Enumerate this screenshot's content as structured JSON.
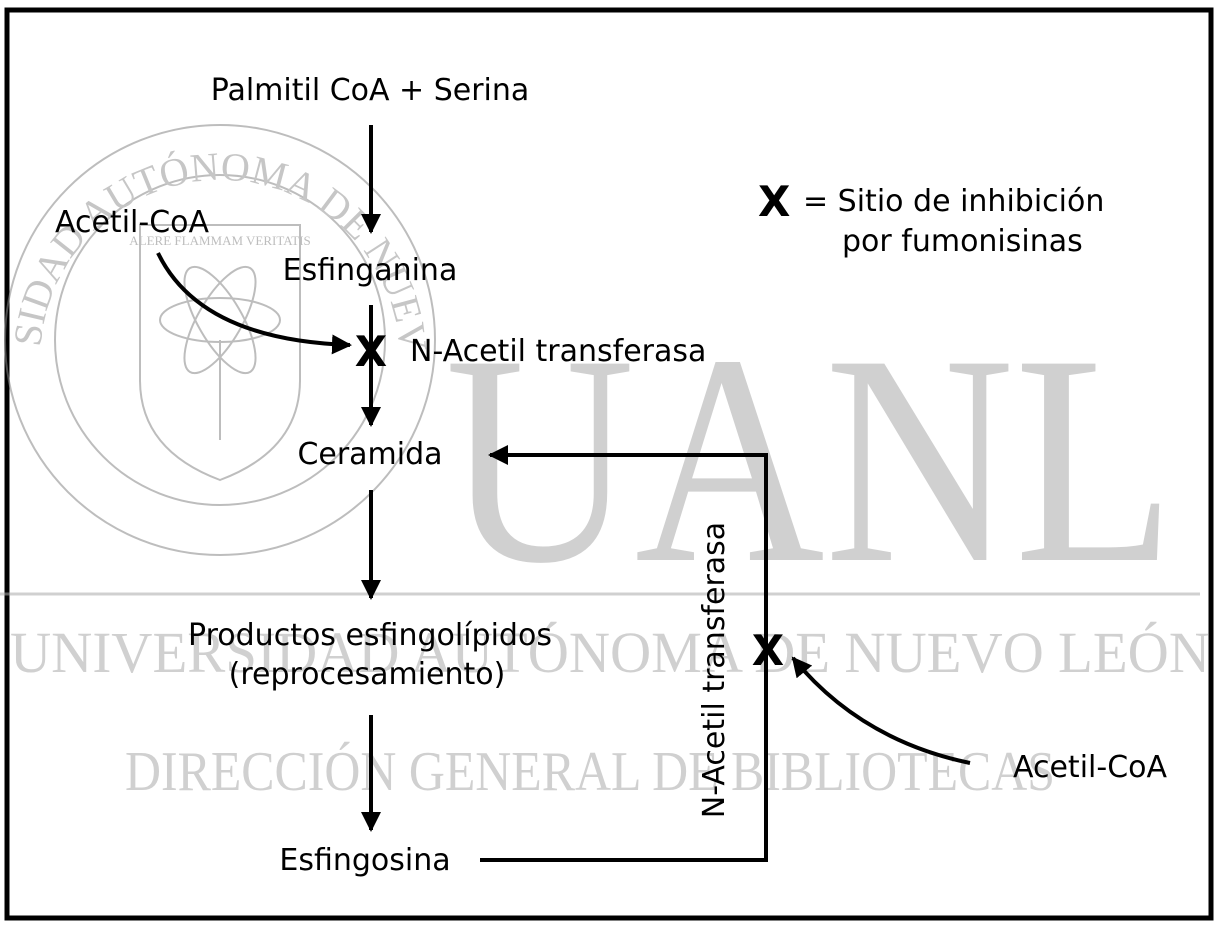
{
  "watermark": {
    "seal_text": "UNIVERSIDAD AUTÓNOMA DE NUEVO LEÓN",
    "seal_motto": "ALERE FLAMMAM VERITATIS",
    "big": "UANL",
    "line1": "UNIVERSIDAD AUTÓNOMA DE NUEVO LEÓN",
    "line2": "DIRECCIÓN GENERAL DE BIBLIOTECAS"
  },
  "diagram": {
    "substrate": "Palmitil CoA + Serina",
    "acetil_left": "Acetil-CoA",
    "esfinganina": "Esfinganina",
    "enzyme_left": "N-Acetil transferasa",
    "ceramida": "Ceramida",
    "productos_line1": "Productos esfingolípidos",
    "productos_line2": "(reprocesamiento)",
    "esfingosina": "Esfingosina",
    "enzyme_right": "N-Acetil transferasa",
    "acetil_right": "Acetil-CoA",
    "inhibition_mark": "X",
    "legend_mark": "X",
    "legend_line1": "= Sitio de inhibición",
    "legend_line2": "por fumonisinas"
  }
}
